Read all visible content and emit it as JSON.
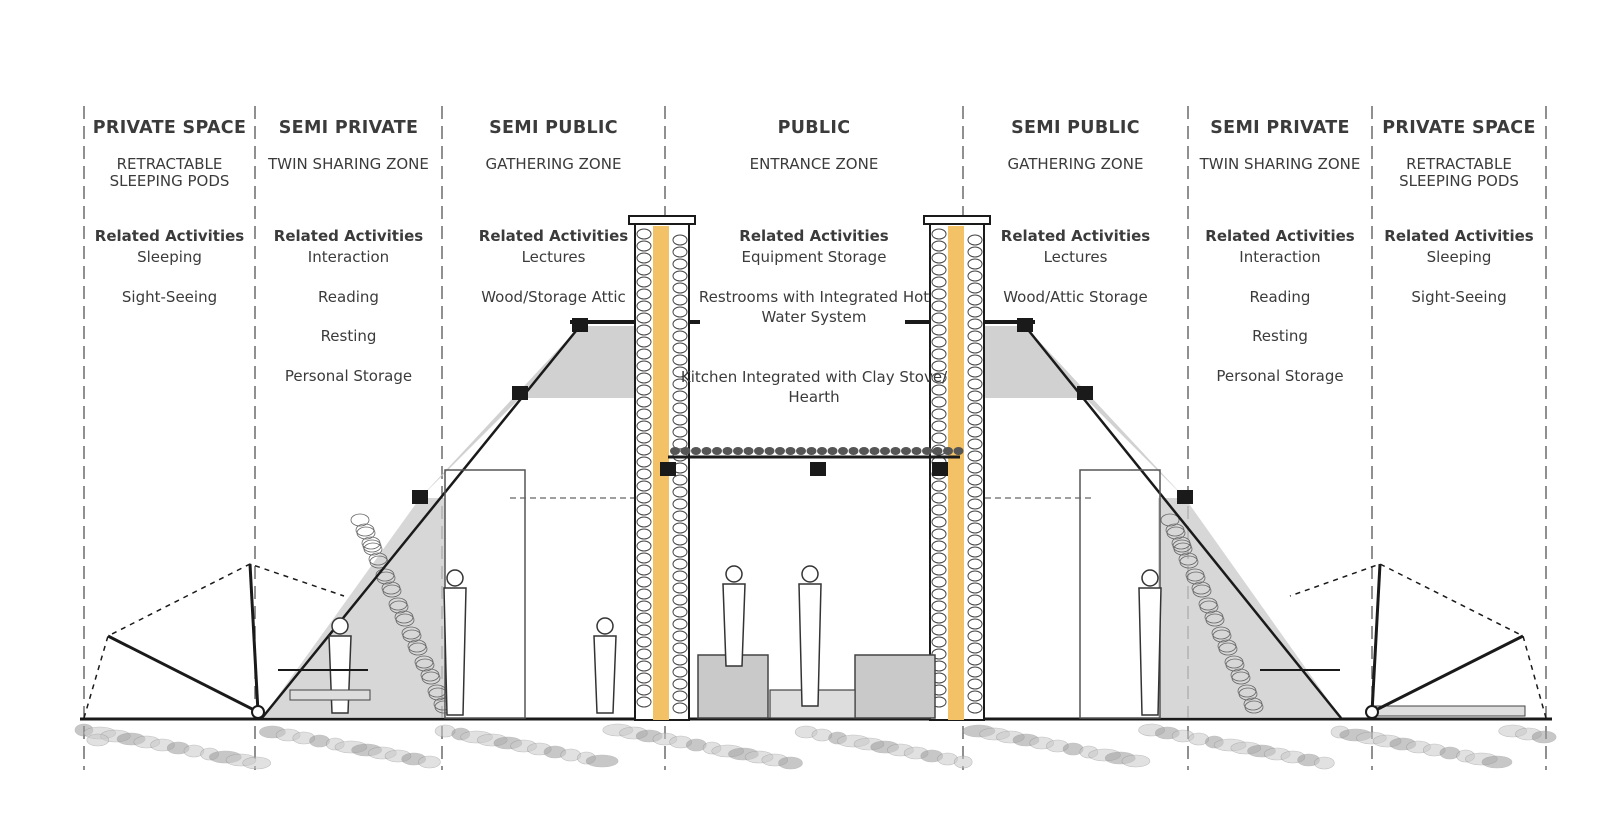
{
  "zones": [
    {
      "title": "PRIVATE SPACE",
      "subtitle": "RETRACTABLE\nSLEEPING PODS",
      "heading": "Related Activities",
      "activities": [
        "Sleeping",
        "Sight-Seeing"
      ]
    },
    {
      "title": "SEMI PRIVATE",
      "subtitle": "TWIN SHARING ZONE",
      "heading": "Related Activities",
      "activities": [
        "Interaction",
        "Reading",
        "Resting",
        "Personal Storage"
      ]
    },
    {
      "title": "SEMI PUBLIC",
      "subtitle": "GATHERING ZONE",
      "heading": "Related Activities",
      "activities": [
        "Lectures",
        "Wood/Storage Attic"
      ]
    },
    {
      "title": "PUBLIC",
      "subtitle": "ENTRANCE ZONE",
      "heading": "Related Activities",
      "activities": [
        "Equipment Storage",
        "Restrooms with Integrated Hot Water System",
        "Kitchen Integrated with Clay Stove/ Hearth"
      ]
    },
    {
      "title": "SEMI PUBLIC",
      "subtitle": "GATHERING ZONE",
      "heading": "Related Activities",
      "activities": [
        "Lectures",
        "Wood/Attic Storage"
      ]
    },
    {
      "title": "SEMI PRIVATE",
      "subtitle": "TWIN SHARING ZONE",
      "heading": "Related Activities",
      "activities": [
        "Interaction",
        "Reading",
        "Resting",
        "Personal Storage"
      ]
    },
    {
      "title": "PRIVATE SPACE",
      "subtitle": "RETRACTABLE\nSLEEPING PODS",
      "heading": "Related Activities",
      "activities": [
        "Sleeping",
        "Sight-Seeing"
      ]
    }
  ],
  "colors": {
    "ink": "#1a1a1a",
    "stone": "#c9c9c9",
    "stone_dark": "#9a9a9a",
    "chimney": "#f3c266",
    "text": "#3b3b3b"
  }
}
